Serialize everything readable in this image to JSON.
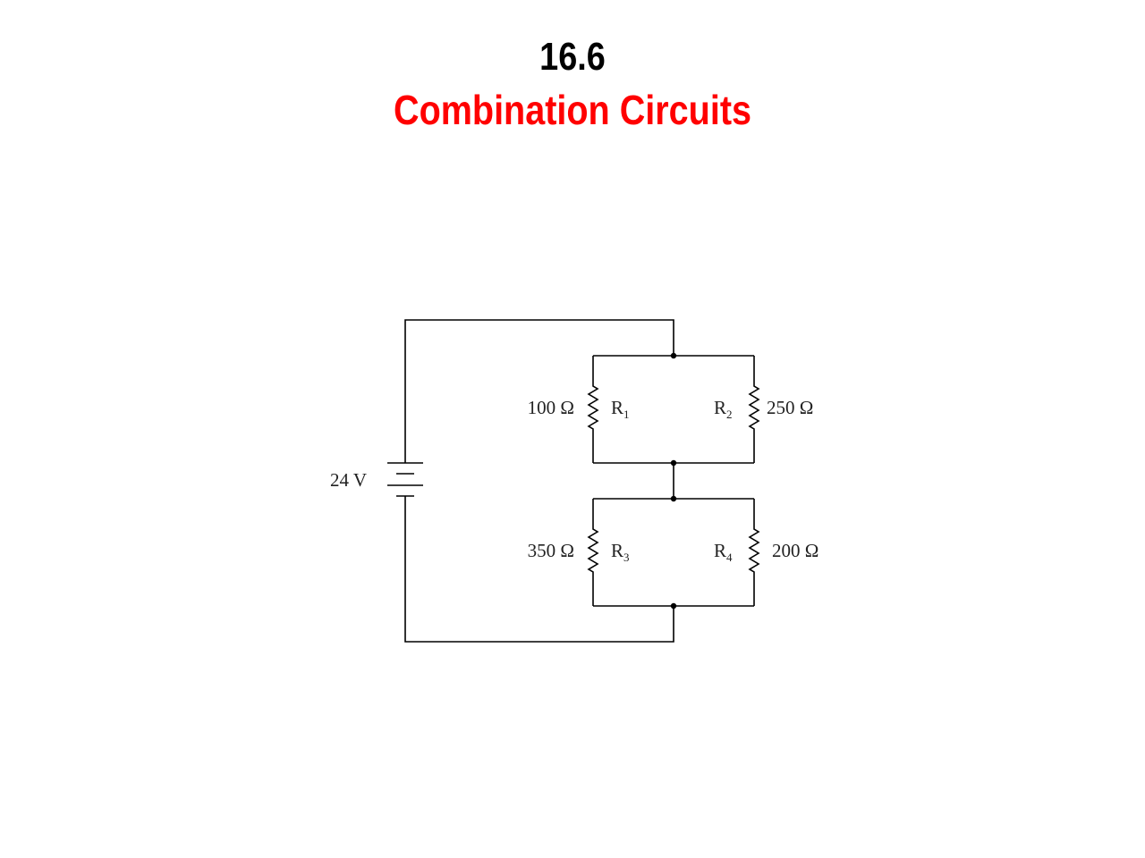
{
  "slide": {
    "number": "16.6",
    "title": "Combination Circuits",
    "title_color": "#ff0000"
  },
  "circuit": {
    "battery": {
      "voltage": "24 V"
    },
    "resistors": [
      {
        "name": "R",
        "sub": "1",
        "value": "100 Ω"
      },
      {
        "name": "R",
        "sub": "2",
        "value": "250 Ω"
      },
      {
        "name": "R",
        "sub": "3",
        "value": "350 Ω"
      },
      {
        "name": "R",
        "sub": "4",
        "value": "200 Ω"
      }
    ]
  }
}
